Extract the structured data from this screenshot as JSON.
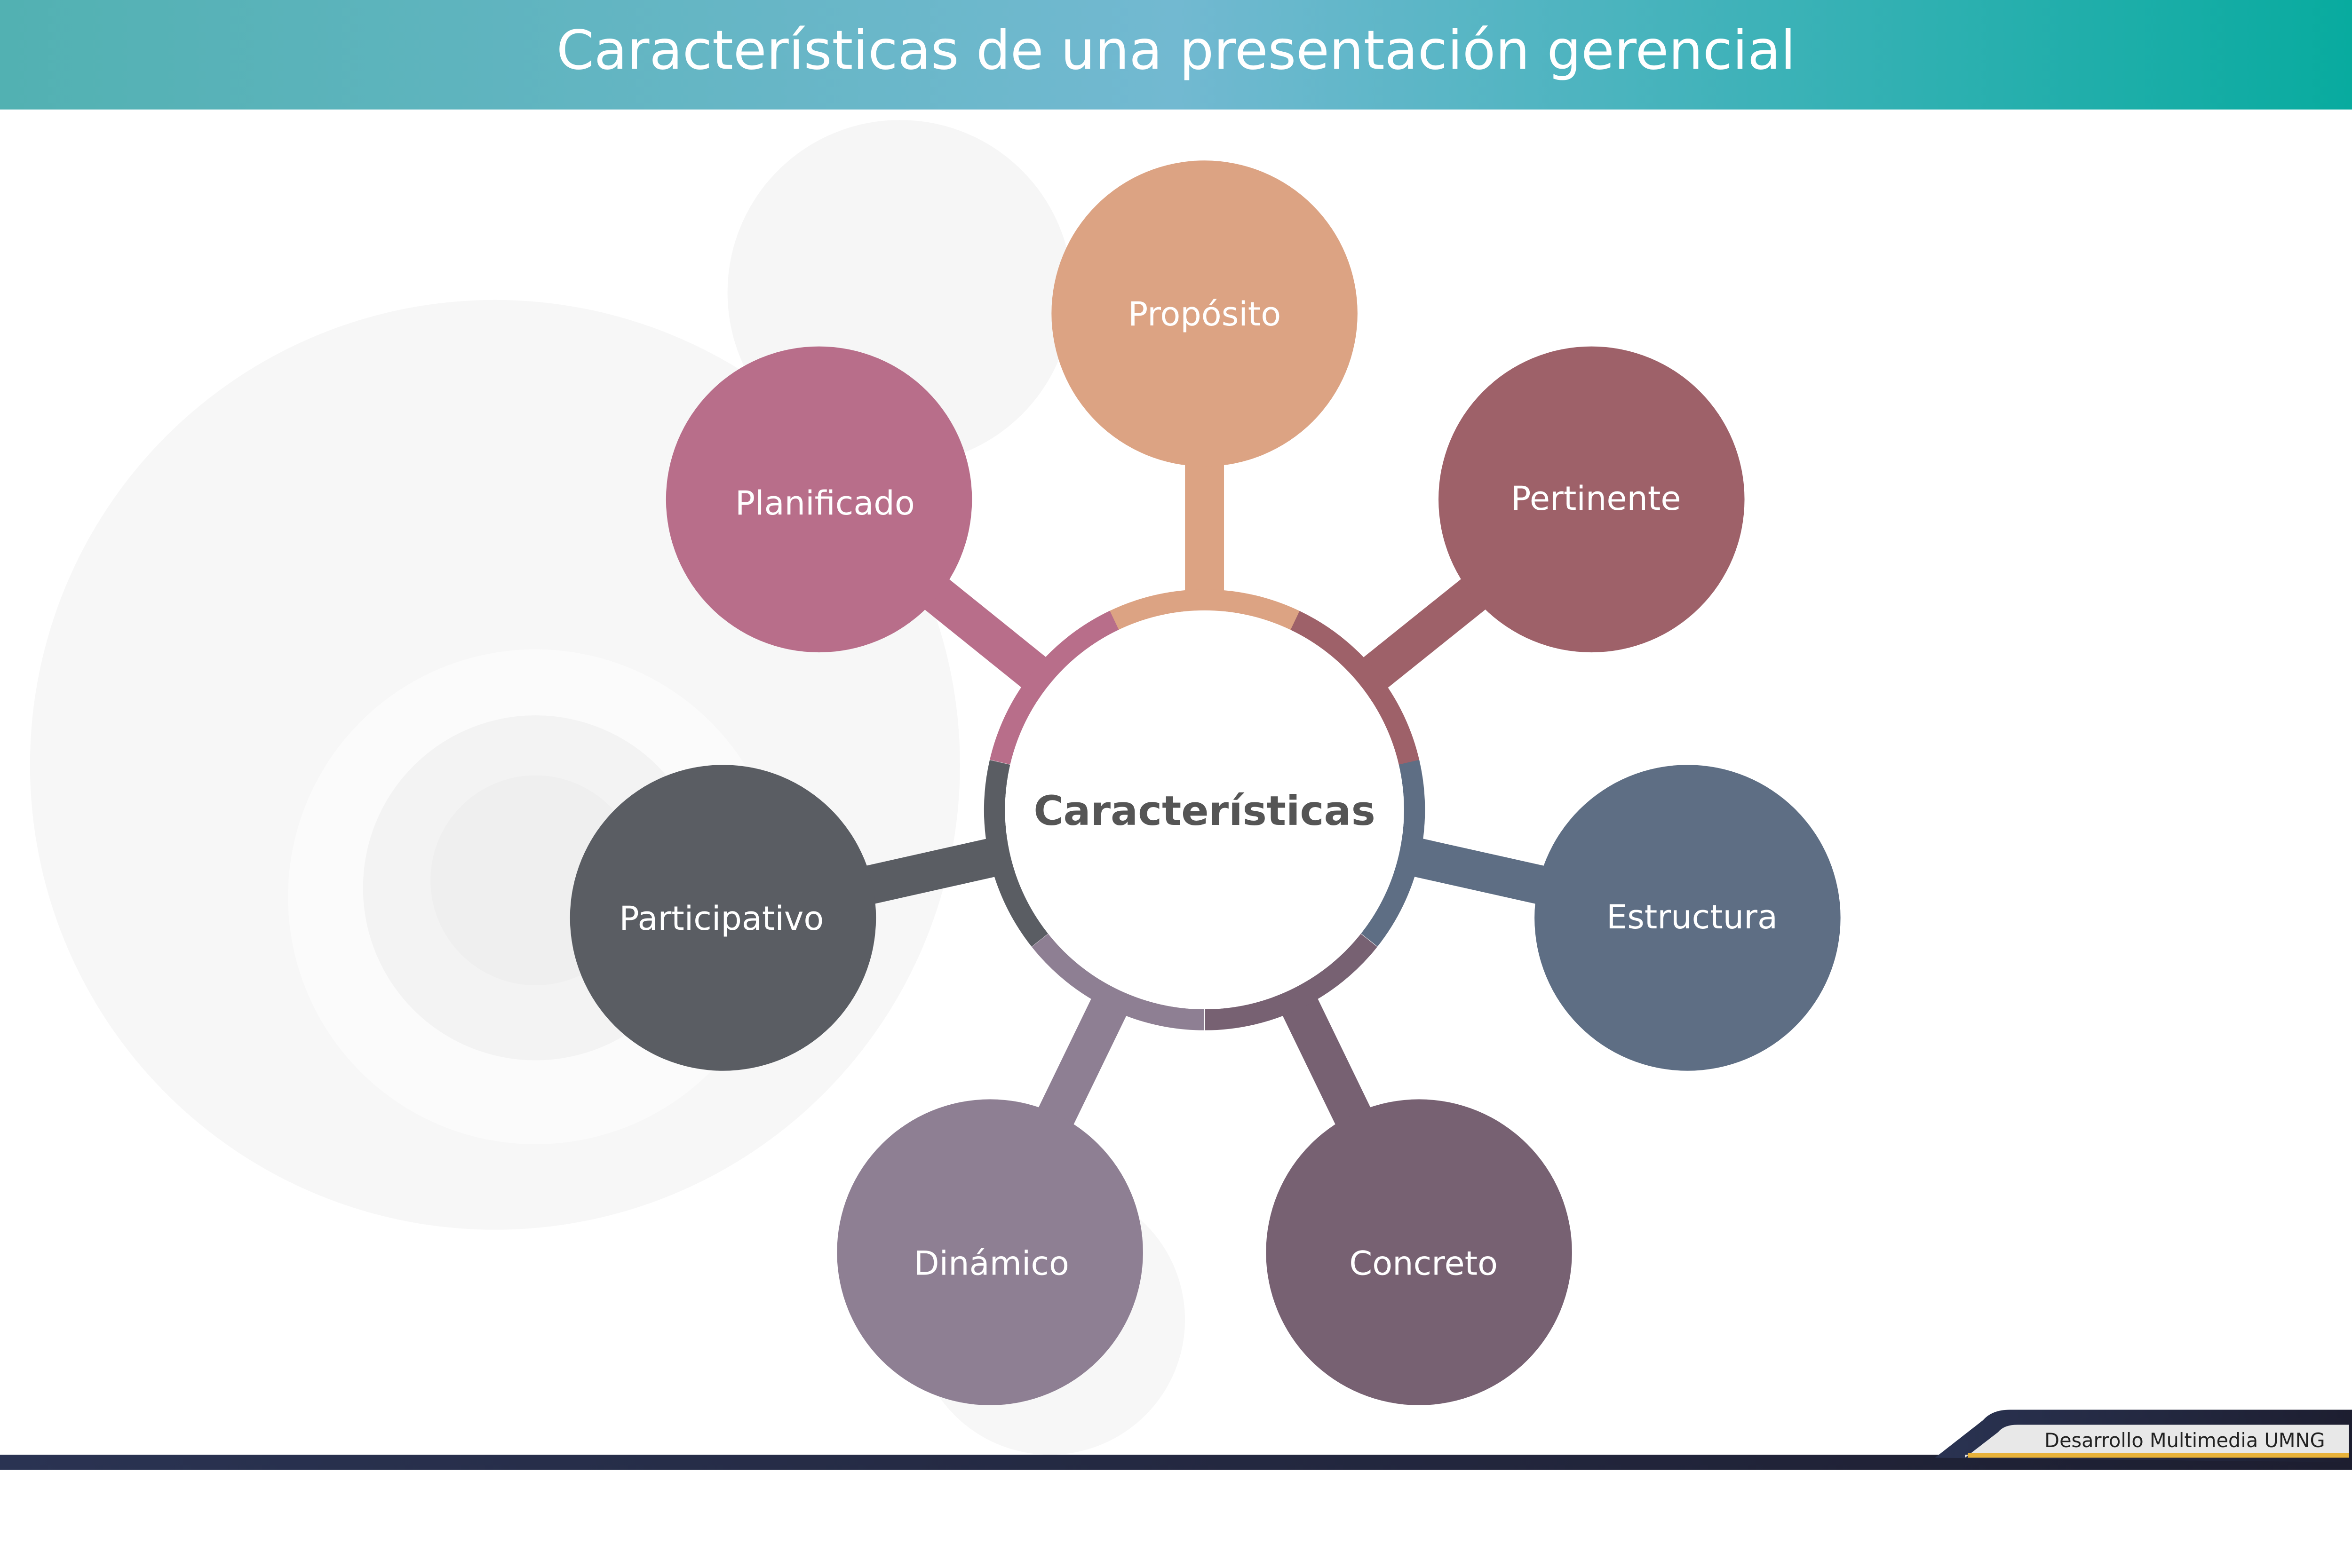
{
  "header": {
    "title": "Características de una presentación gerencial"
  },
  "center": {
    "label": "Características"
  },
  "nodes": [
    {
      "label": "Propósito",
      "color": "#DCA383"
    },
    {
      "label": "Pertinente",
      "color": "#9E6169"
    },
    {
      "label": "Estructura",
      "color": "#5E6E84"
    },
    {
      "label": "Concreto",
      "color": "#776172"
    },
    {
      "label": "Dinámico",
      "color": "#8E7F93"
    },
    {
      "label": "Participativo",
      "color": "#5A5D63"
    },
    {
      "label": "Planificado",
      "color": "#B86E8A"
    }
  ],
  "footer": {
    "label": "Desarrollo Multimedia UMNG"
  }
}
